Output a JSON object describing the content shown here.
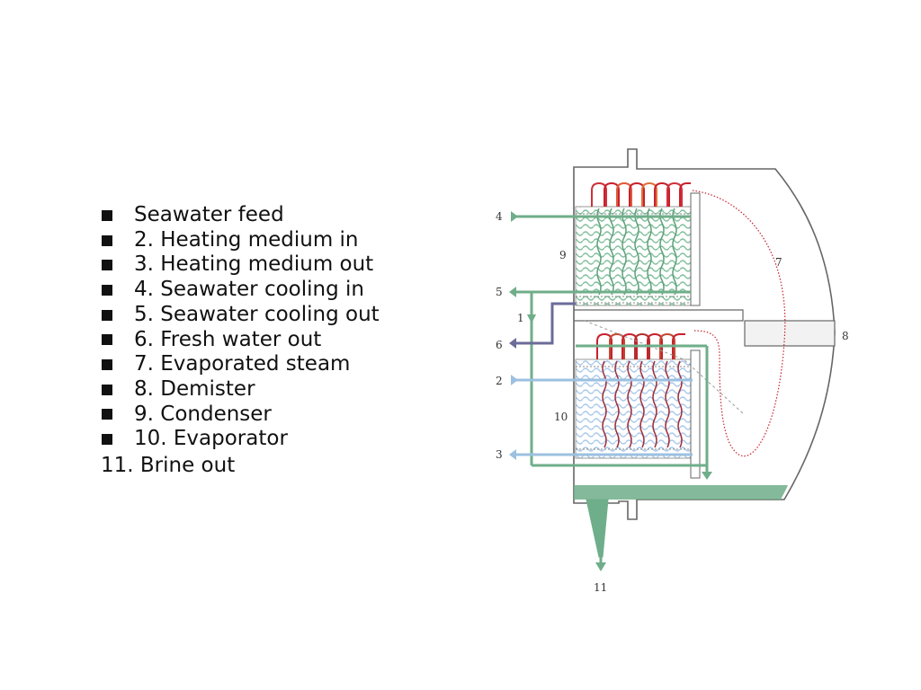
{
  "legend": {
    "items": [
      "Seawater feed",
      "2. Heating medium in",
      "3. Heating medium out",
      "4. Seawater cooling in",
      "5. Seawater cooling out",
      "6. Fresh water out",
      "7. Evaporated steam",
      "8. Demister",
      "9. Condenser",
      "10. Evaporator"
    ],
    "last_item": "11. Brine out"
  },
  "diagram": {
    "labels": {
      "l1": "1",
      "l2": "2",
      "l3": "3",
      "l4": "4",
      "l5": "5",
      "l6": "6",
      "l7": "7",
      "l8": "8",
      "l9": "9",
      "l10": "10",
      "l11": "11"
    },
    "colors": {
      "seawater_green": "#6fae8a",
      "heating_blue": "#9cc0e0",
      "fresh_water": "#6b6b9a",
      "steam_red": "#c8202c",
      "vessel_outline": "#555555"
    }
  }
}
